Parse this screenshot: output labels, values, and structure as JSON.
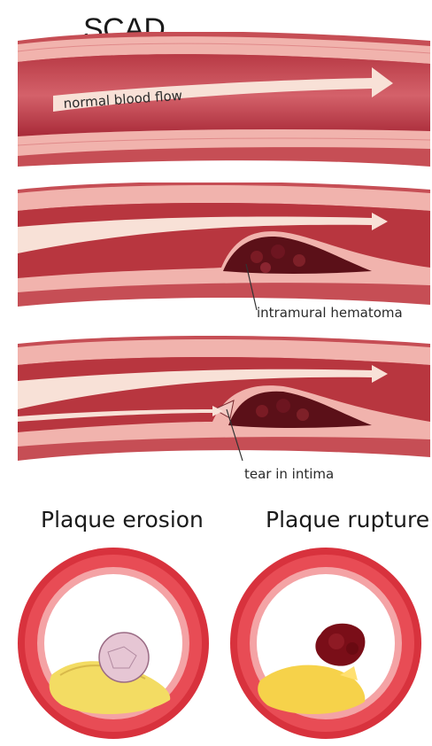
{
  "figure": {
    "title": "SCAD",
    "panels": [
      {
        "id": "normal",
        "label": "normal blood flow"
      },
      {
        "id": "hematoma",
        "label": "intramural hematoma"
      },
      {
        "id": "tear",
        "label": "tear in intima"
      }
    ],
    "cross_sections": [
      {
        "id": "erosion",
        "label": "Plaque erosion"
      },
      {
        "id": "rupture",
        "label": "Plaque rupture"
      }
    ]
  },
  "colors": {
    "vessel_outer": "#c84a4a",
    "vessel_wall_light": "#f2b8b0",
    "vessel_lumen": "#b3303a",
    "flow_arrow": "#fbe6dd",
    "hematoma": "#5a0f16",
    "plaque_yellow": "#f3dc63",
    "clot_pink": "#e8c4d0"
  }
}
